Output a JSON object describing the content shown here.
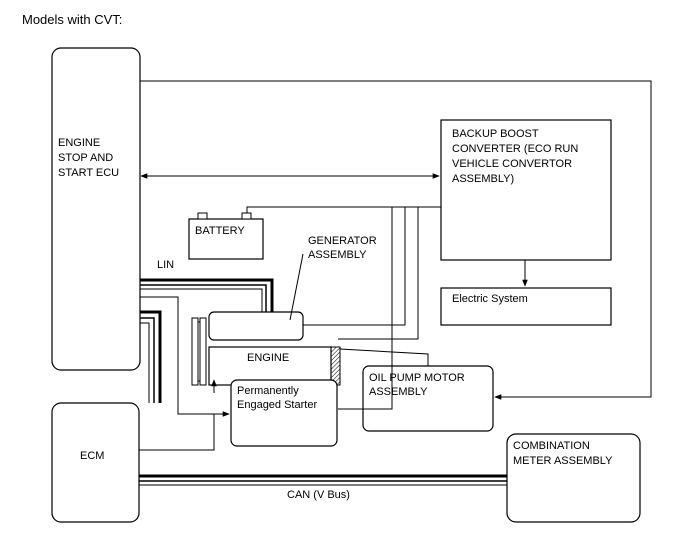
{
  "caption": "Models with CVT:",
  "blocks": {
    "ecu": [
      "ENGINE",
      "STOP AND",
      "START ECU"
    ],
    "backup": [
      "BACKUP BOOST",
      "CONVERTER (ECO RUN",
      "VEHICLE CONVERTOR",
      "ASSEMBLY)"
    ],
    "battery": "BATTERY",
    "generator": [
      "GENERATOR",
      "ASSEMBLY"
    ],
    "electric": "Electric System",
    "engine": "ENGINE",
    "starter": [
      "Permanently",
      "Engaged Starter"
    ],
    "oilpump": [
      "OIL PUMP MOTOR",
      "ASSEMBLY"
    ],
    "ecm": "ECM",
    "meter": [
      "COMBINATION",
      "METER ASSEMBLY"
    ]
  },
  "bus": {
    "lin": "LIN",
    "can": "CAN (V Bus)"
  }
}
